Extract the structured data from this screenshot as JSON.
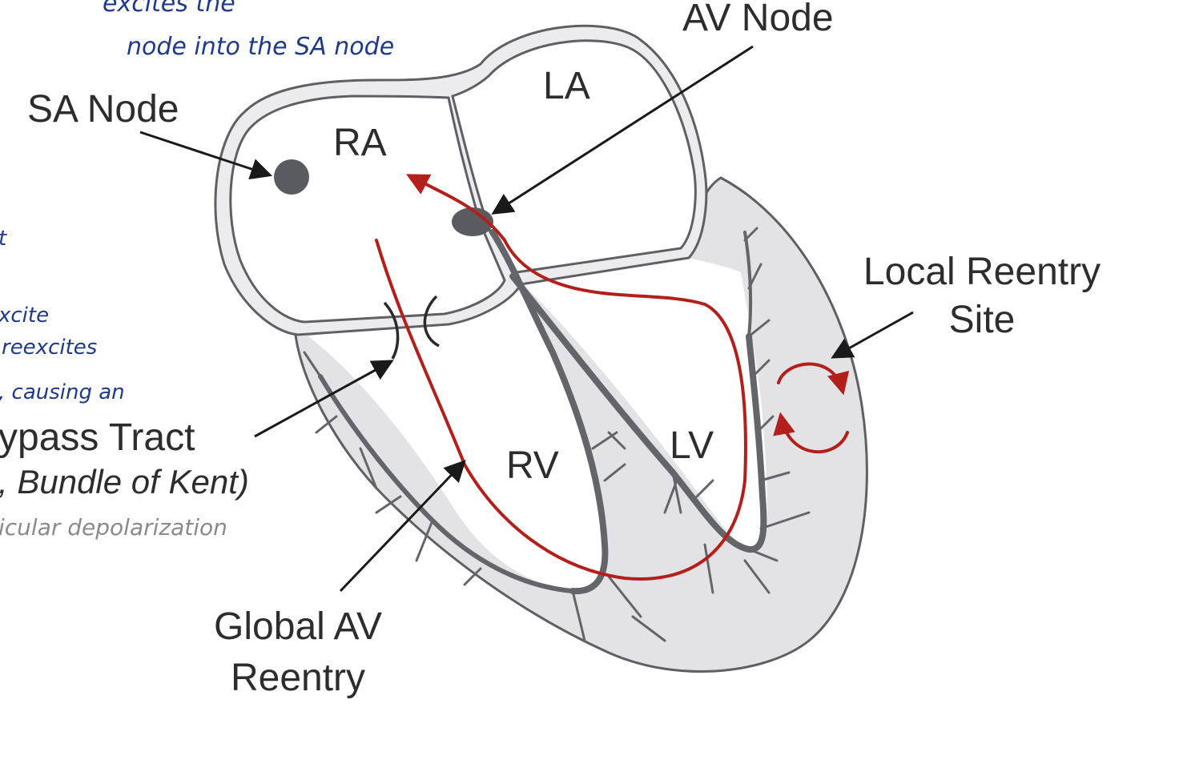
{
  "diagram": {
    "labels": {
      "av_node": "AV Node",
      "sa_node": "SA Node",
      "la": "LA",
      "ra": "RA",
      "rv": "RV",
      "lv": "LV",
      "local_reentry_line1": "Local Reentry",
      "local_reentry_line2": "Site",
      "bypass_tract_line1": "ypass Tract",
      "bypass_tract_line2": ", Bundle of Kent)",
      "global_av_line1": "Global AV",
      "global_av_line2": "Reentry"
    },
    "handwriting": {
      "top_line1": "excites the",
      "top_line2": "node into the SA node",
      "left_1": "t",
      "left_2": "xcite",
      "left_3": "reexcites",
      "left_4": ", causing an",
      "bottom_grey": "icular depolarization"
    },
    "colors": {
      "outline": "#5f6063",
      "wall_fill": "#e3e3e5",
      "conduction": "#646568",
      "node": "#5a5b5e",
      "reentry": "#b3201c",
      "label_text": "#2d2d2d",
      "handwriting_blue": "#1f3a8a",
      "handwriting_grey": "#8a8a8a"
    }
  }
}
